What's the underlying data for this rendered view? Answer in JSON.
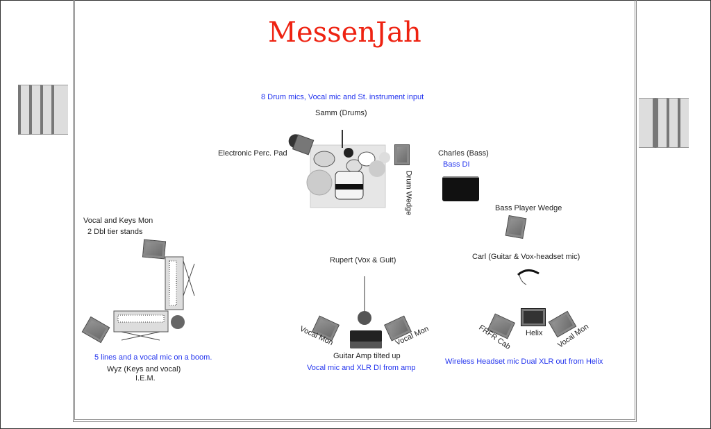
{
  "title": "MessenJah",
  "title_color": "#ee2211",
  "label_color_blue": "#2233ee",
  "drums": {
    "inputs_note": "8 Drum mics, Vocal mic and St. instrument input",
    "player": "Samm (Drums)",
    "perc_pad": "Electronic Perc. Pad",
    "wedge": "Drum Wedge"
  },
  "bass": {
    "player": "Charles (Bass)",
    "input": "Bass DI",
    "wedge": "Bass Player Wedge"
  },
  "keys": {
    "monitor": "Vocal and Keys Mon",
    "stands": "2 Dbl tier stands",
    "inputs_note": "5 lines and a vocal mic on a boom.",
    "player": "Wyz (Keys and vocal)",
    "monitoring": "I.E.M."
  },
  "rupert": {
    "player": "Rupert (Vox & Guit)",
    "mon_left": "Vocal Mon",
    "mon_right": "Vocal Mon",
    "amp": "Guitar Amp tilted up",
    "inputs_note": "Vocal mic and XLR DI from amp"
  },
  "carl": {
    "player": "Carl (Guitar & Vox-headset mic)",
    "cab": "FRFR Cab",
    "processor": "Helix",
    "mon": "Vocal Mon",
    "inputs_note": "Wireless Headset mic Dual XLR out from Helix"
  }
}
